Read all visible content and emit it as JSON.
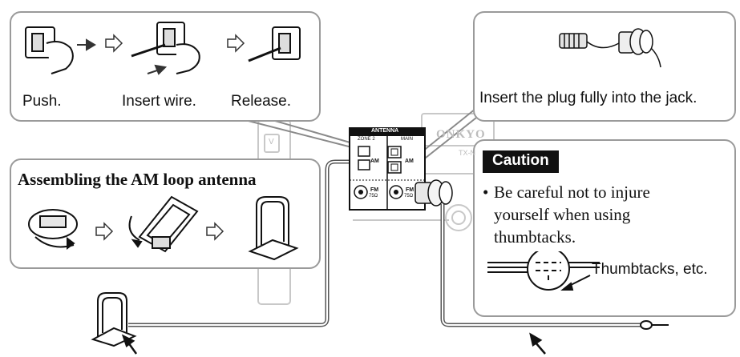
{
  "wire_steps": {
    "push": "Push.",
    "insert_wire": "Insert wire.",
    "release": "Release."
  },
  "plug": {
    "instruction": "Insert the plug fully into the jack."
  },
  "am_loop": {
    "title": "Assembling the AM loop antenna"
  },
  "caution": {
    "badge": "Caution",
    "bullet": "•",
    "line1": "Be careful not to injure",
    "line2": "yourself when using",
    "line3": "thumbtacks.",
    "thumbtacks_label": "Thumbtacks, etc."
  },
  "panel": {
    "header": "ANTENNA",
    "zone2": "ZONE 2",
    "main": "MAIN",
    "am_left": "AM",
    "am_right": "AM",
    "fm_left": "FM",
    "fm_left_ohm": "75Ω",
    "fm_right": "FM",
    "fm_right_ohm": "75Ω",
    "brand": "ONKYO",
    "model": "TX-N",
    "side_v": "V"
  },
  "colors": {
    "frame": "#9a9a9a",
    "ink": "#111111",
    "caution_bg": "#111111",
    "caution_text": "#ffffff"
  }
}
